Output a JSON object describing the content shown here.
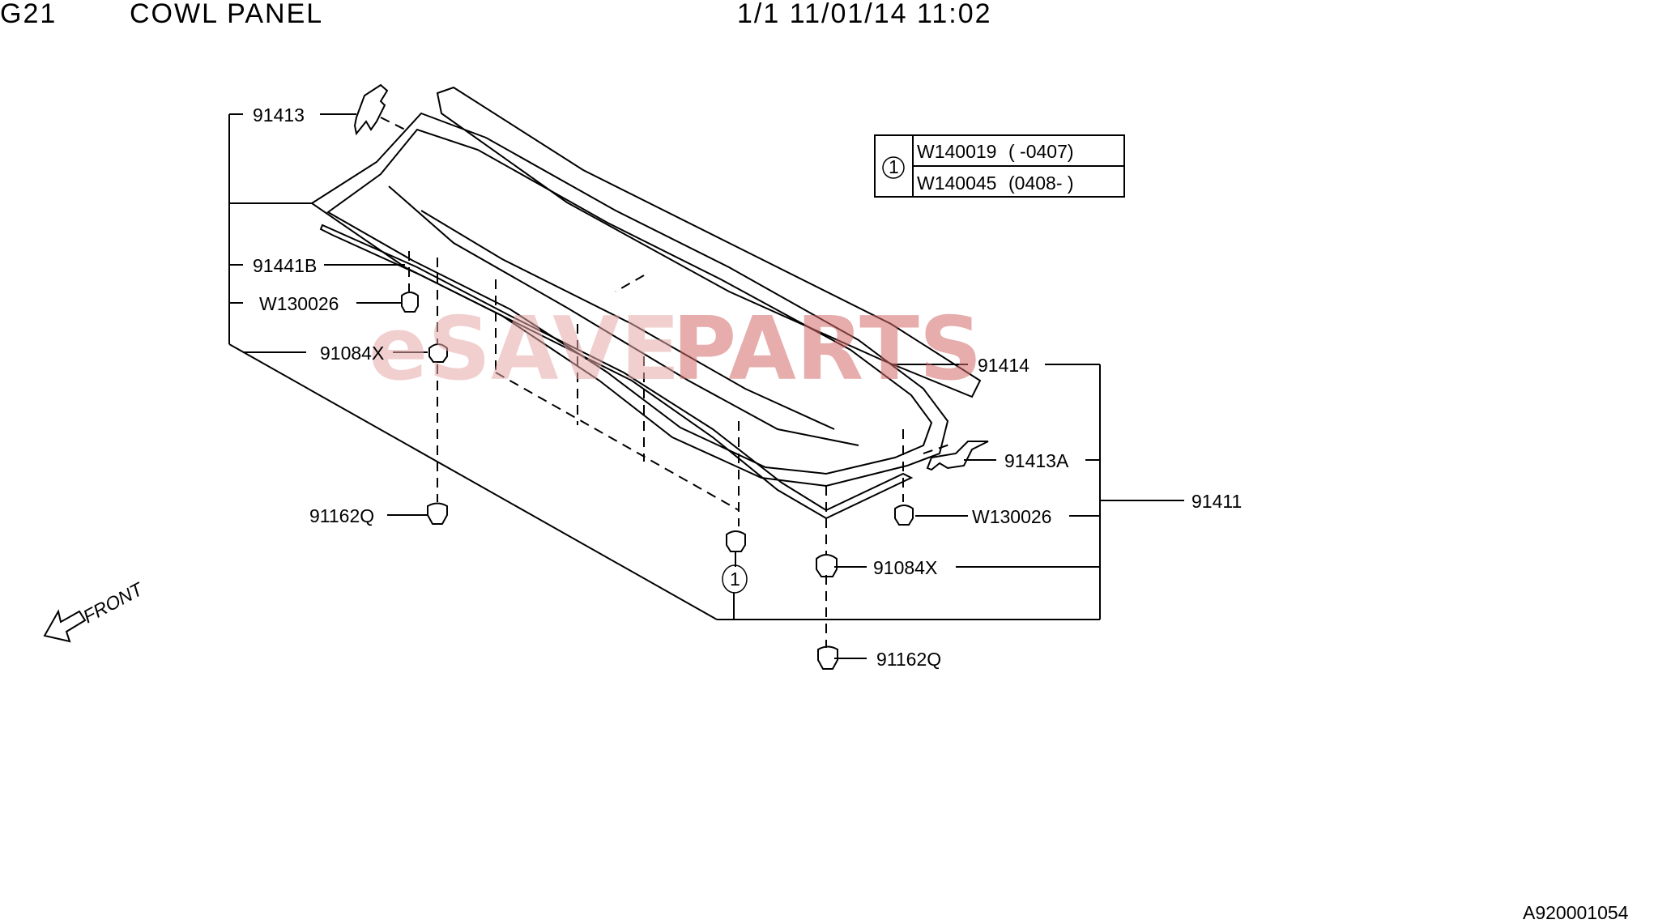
{
  "header": {
    "code": "G21",
    "title": "COWL PANEL",
    "page_date": "1/1 11/01/14 11:02"
  },
  "labels": {
    "p91413": "91413",
    "p91441B": "91441B",
    "pW130026_left": "W130026",
    "p91084X_left": "91084X",
    "p91162Q_left": "91162Q",
    "p91414": "91414",
    "p91413A": "91413A",
    "p91411": "91411",
    "pW130026_right": "W130026",
    "p91084X_right": "91084X",
    "p91162Q_right": "91162Q"
  },
  "reference_table": {
    "marker": "1",
    "rows": [
      {
        "part": "W140019",
        "range": "(  -0407)"
      },
      {
        "part": "W140045",
        "range": "(0408-  )"
      }
    ]
  },
  "callout_marker": "1",
  "front_arrow": {
    "label": "FRONT",
    "icon": "front-arrow-icon"
  },
  "watermark": {
    "prefix": "eSAVE",
    "suffix": "PARTS",
    "color": "#c0392b"
  },
  "footer": {
    "diagram_id": "A920001054"
  },
  "colors": {
    "line": "#000000",
    "watermark": "#d98a8a"
  }
}
